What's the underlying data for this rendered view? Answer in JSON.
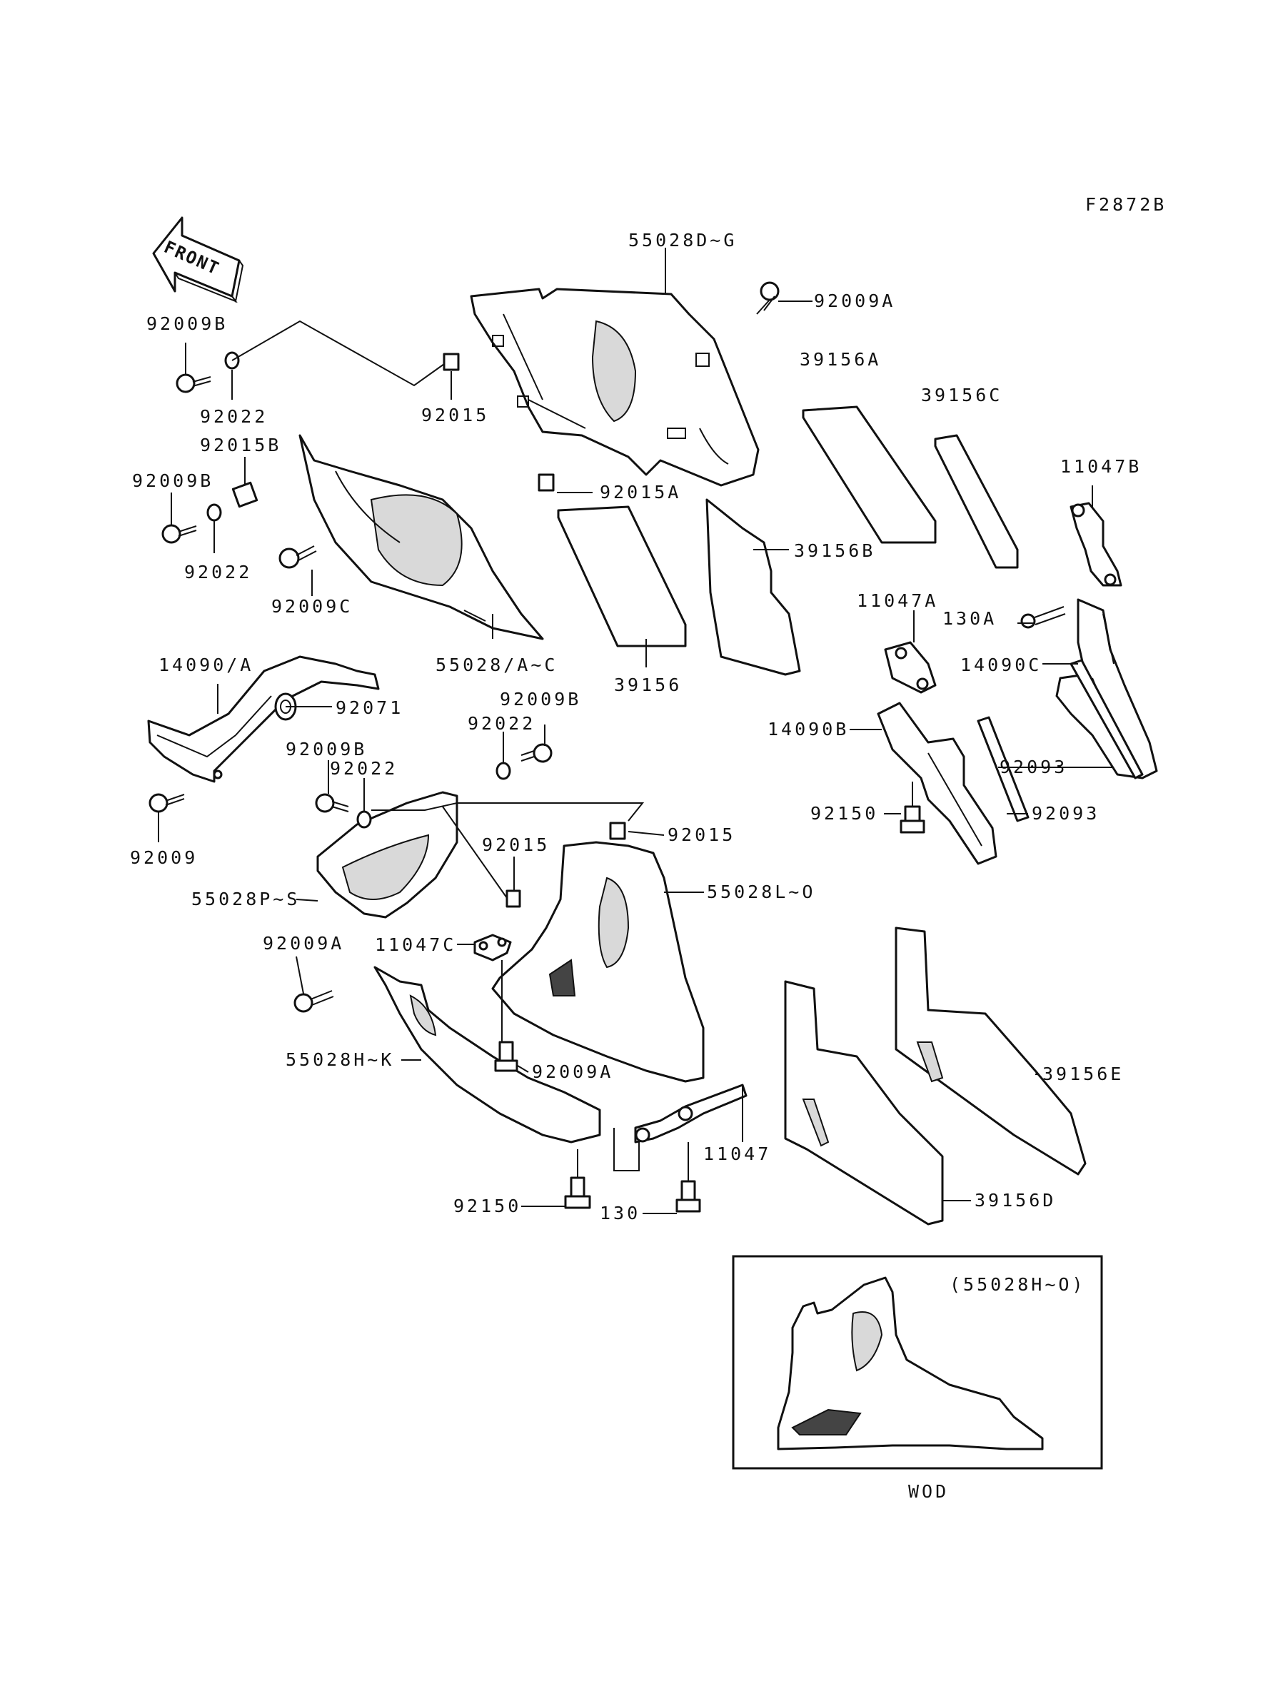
{
  "figure_code": "F2872B",
  "front_marker": "FRONT",
  "inset": {
    "caption": "(55028H~O)",
    "footer": "WOD"
  },
  "part_labels": {
    "p55028D_G": "55028D~G",
    "p92009A_top": "92009A",
    "p39156A": "39156A",
    "p39156C": "39156C",
    "p11047B": "11047B",
    "p92009B_1": "92009B",
    "p92022_1": "92022",
    "p92015_top": "92015",
    "p92015B": "92015B",
    "p92009B_2": "92009B",
    "p92022_2": "92022",
    "p92015A": "92015A",
    "p39156B": "39156B",
    "p92009C": "92009C",
    "p55028A_C": "55028/A~C",
    "p39156": "39156",
    "p11047A": "11047A",
    "p130A": "130A",
    "p14090C": "14090C",
    "p14090A": "14090/A",
    "p92071": "92071",
    "p92009B_3": "92009B",
    "p92022_3": "92022",
    "p14090B": "14090B",
    "p92009B_4": "92009B",
    "p92022_4": "92022",
    "p92093_1": "92093",
    "p92009": "92009",
    "p92150_1": "92150",
    "p92093_2": "92093",
    "p92015_mid": "92015",
    "p92015_right": "92015",
    "p55028P_S": "55028P~S",
    "p55028L_O": "55028L~O",
    "p92009A_1": "92009A",
    "p11047C": "11047C",
    "p39156E": "39156E",
    "p55028H_K": "55028H~K",
    "p92009A_2": "92009A",
    "p11047": "11047",
    "p92150_2": "92150",
    "p130": "130",
    "p39156D": "39156D"
  }
}
